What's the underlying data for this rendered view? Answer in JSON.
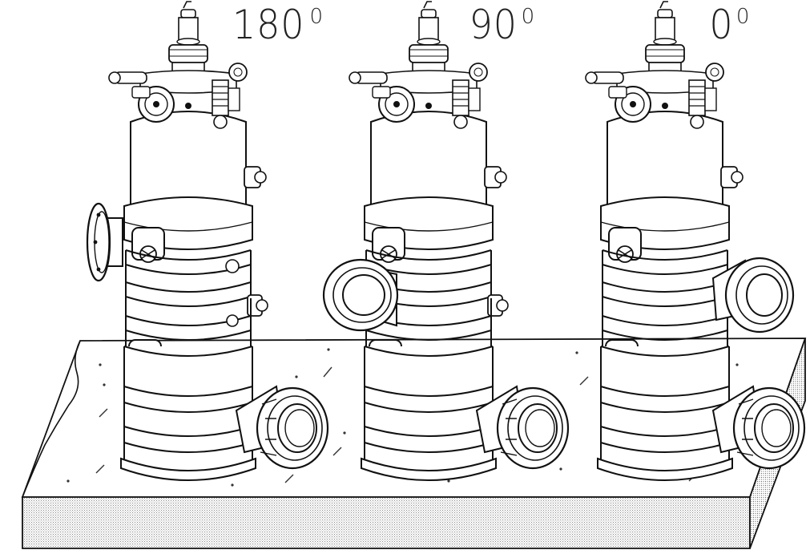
{
  "labels": {
    "angle_180": {
      "value": "180",
      "unit": "0"
    },
    "angle_90": {
      "value": "90",
      "unit": "0"
    },
    "angle_0": {
      "value": "0",
      "unit": "0"
    }
  },
  "colors": {
    "line": "#111111",
    "fill": "#ffffff",
    "hatch": "#777777"
  }
}
